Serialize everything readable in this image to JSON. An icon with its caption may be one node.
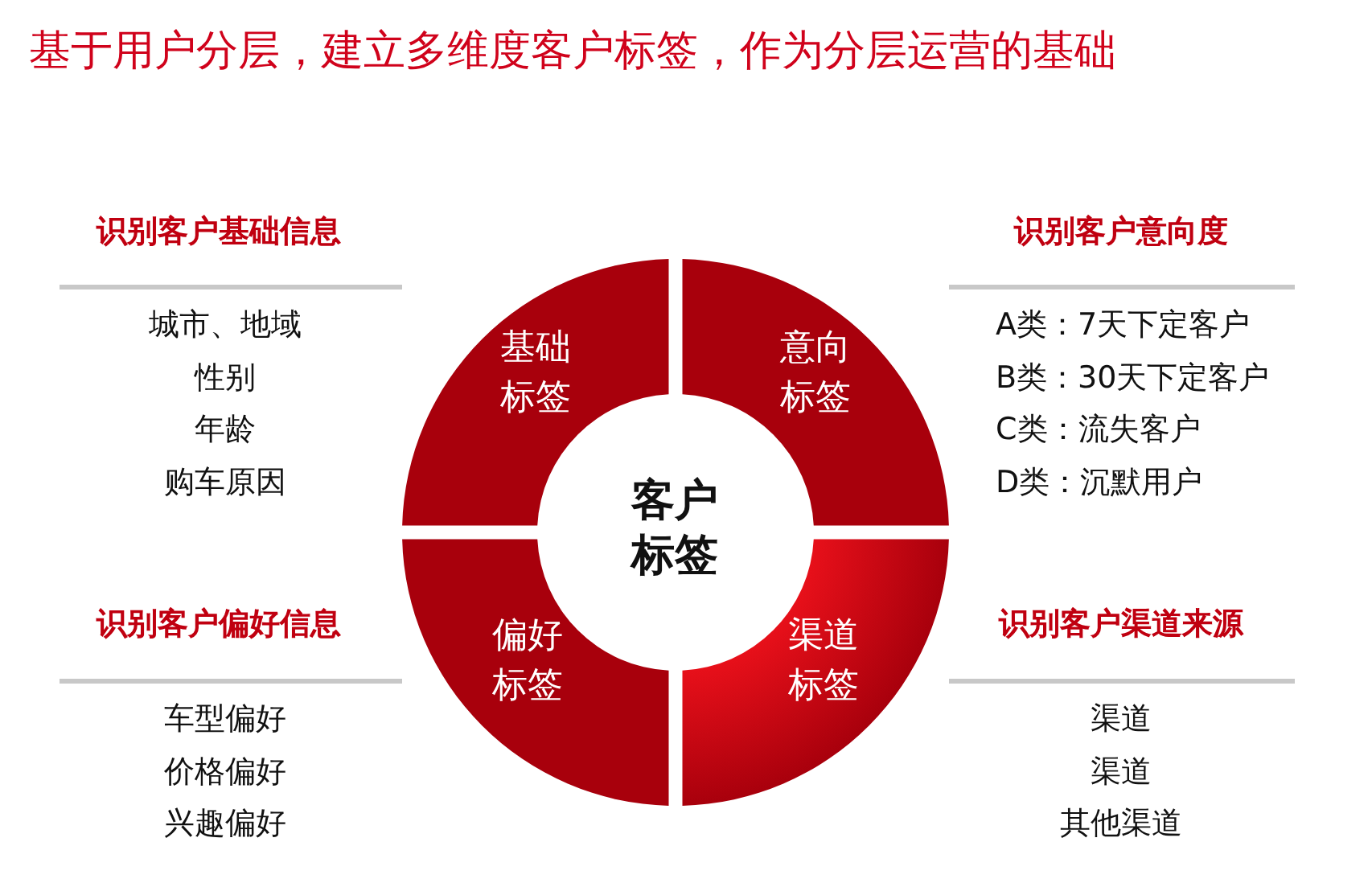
{
  "diagram": {
    "title": "基于用户分层，建立多维度客户标签，作为分层运营的基础",
    "nodes": [
      {
        "text": [
          "基础标签"
        ]
      },
      {
        "text": [
          "意向标签"
        ]
      },
      {
        "text": [
          "客户标签"
        ]
      },
      {
        "text": [
          "偏好标签"
        ]
      },
      {
        "text": [
          "渠道标签"
        ]
      }
    ],
    "labels": [
      "识别客户基础信息",
      "城市、地域",
      "性别",
      "年龄",
      "购车原因",
      "识别客户意向度",
      "A类：7天下定客户",
      "B类：30天下定客户",
      "C类：流失客户",
      "D类：沉默用户",
      "识别客户偏好信息",
      "车型偏好",
      "价格偏好",
      "兴趣偏好",
      "识别客户渠道来源",
      "渠道",
      "渠道",
      "其他渠道"
    ]
  }
}
